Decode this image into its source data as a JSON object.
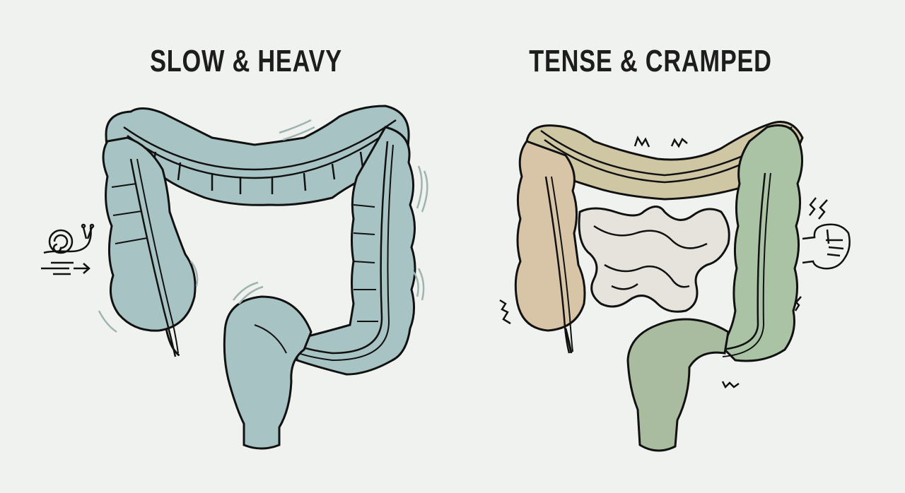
{
  "left_panel": {
    "title": "SLOW & HEAVY",
    "fill_color": "#a7c3c3",
    "shade_color": "#8fb0b0",
    "icons": [
      "snail-icon",
      "motion-arrow-icon",
      "vibration-lines"
    ]
  },
  "right_panel": {
    "title": "TENSE & CRAMPED",
    "colon_colors": {
      "ascending": "#d9c6aa",
      "transverse": "#c9c5a0",
      "descending": "#a9c3a4",
      "small_intestine": "#e6e3dc"
    },
    "icons": [
      "clenched-fist-icon",
      "zigzag-tension-marks"
    ]
  },
  "background_color": "#eff2ee",
  "outline_color": "#111111"
}
